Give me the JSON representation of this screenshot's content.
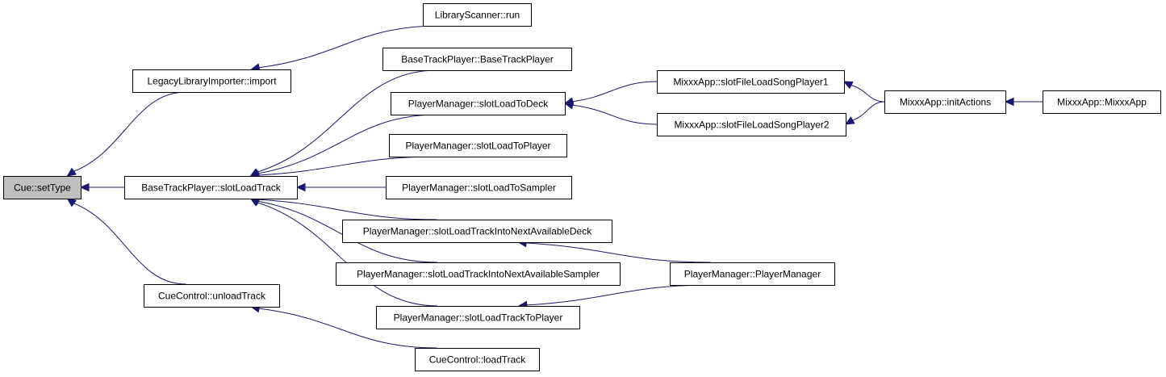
{
  "graph": {
    "colors": {
      "edge": "#191970",
      "focus_fill": "#bfbfbf",
      "node_fill": "#ffffff",
      "node_border": "#000000"
    },
    "nodes": [
      {
        "id": "cue_settype",
        "label": "Cue::setType",
        "focus": true
      },
      {
        "id": "legacy_import",
        "label": "LegacyLibraryImporter::import"
      },
      {
        "id": "btp_slotloadtrack",
        "label": "BaseTrackPlayer::slotLoadTrack"
      },
      {
        "id": "cuecontrol_unload",
        "label": "CueControl::unloadTrack"
      },
      {
        "id": "libscanner_run",
        "label": "LibraryScanner::run"
      },
      {
        "id": "btp_ctor",
        "label": "BaseTrackPlayer::BaseTrackPlayer"
      },
      {
        "id": "pm_loadtodeck",
        "label": "PlayerManager::slotLoadToDeck"
      },
      {
        "id": "pm_loadtoplayer",
        "label": "PlayerManager::slotLoadToPlayer"
      },
      {
        "id": "pm_loadtosampler",
        "label": "PlayerManager::slotLoadToSampler"
      },
      {
        "id": "pm_nextdeck",
        "label": "PlayerManager::slotLoadTrackIntoNextAvailableDeck"
      },
      {
        "id": "pm_nextsampler",
        "label": "PlayerManager::slotLoadTrackIntoNextAvailableSampler"
      },
      {
        "id": "pm_tracktoplayer",
        "label": "PlayerManager::slotLoadTrackToPlayer"
      },
      {
        "id": "cuecontrol_load",
        "label": "CueControl::loadTrack"
      },
      {
        "id": "mixxx_fileload1",
        "label": "MixxxApp::slotFileLoadSongPlayer1"
      },
      {
        "id": "mixxx_fileload2",
        "label": "MixxxApp::slotFileLoadSongPlayer2"
      },
      {
        "id": "pm_ctor",
        "label": "PlayerManager::PlayerManager"
      },
      {
        "id": "mixxx_initactions",
        "label": "MixxxApp::initActions"
      },
      {
        "id": "mixxx_ctor",
        "label": "MixxxApp::MixxxApp"
      }
    ],
    "edges": [
      {
        "from": "legacy_import",
        "to": "cue_settype"
      },
      {
        "from": "btp_slotloadtrack",
        "to": "cue_settype"
      },
      {
        "from": "cuecontrol_unload",
        "to": "cue_settype"
      },
      {
        "from": "libscanner_run",
        "to": "legacy_import"
      },
      {
        "from": "btp_ctor",
        "to": "btp_slotloadtrack"
      },
      {
        "from": "pm_loadtodeck",
        "to": "btp_slotloadtrack"
      },
      {
        "from": "pm_loadtoplayer",
        "to": "btp_slotloadtrack"
      },
      {
        "from": "pm_loadtosampler",
        "to": "btp_slotloadtrack"
      },
      {
        "from": "pm_nextdeck",
        "to": "btp_slotloadtrack"
      },
      {
        "from": "pm_nextsampler",
        "to": "btp_slotloadtrack"
      },
      {
        "from": "pm_tracktoplayer",
        "to": "btp_slotloadtrack"
      },
      {
        "from": "cuecontrol_load",
        "to": "cuecontrol_unload"
      },
      {
        "from": "mixxx_fileload1",
        "to": "pm_loadtodeck"
      },
      {
        "from": "mixxx_fileload2",
        "to": "pm_loadtodeck"
      },
      {
        "from": "pm_ctor",
        "to": "pm_nextdeck"
      },
      {
        "from": "pm_ctor",
        "to": "pm_tracktoplayer"
      },
      {
        "from": "mixxx_initactions",
        "to": "mixxx_fileload1"
      },
      {
        "from": "mixxx_initactions",
        "to": "mixxx_fileload2"
      },
      {
        "from": "mixxx_ctor",
        "to": "mixxx_initactions"
      }
    ]
  }
}
